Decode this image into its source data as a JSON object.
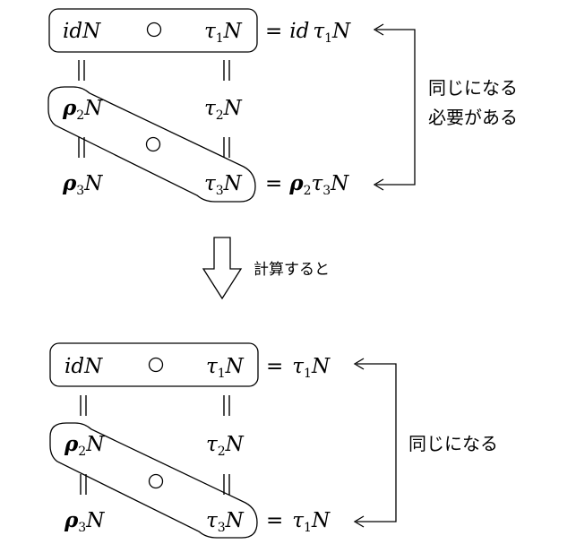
{
  "top": {
    "r1": {
      "c1": "idN",
      "c3_base": "τ",
      "c3_sub": "1",
      "c3_tail": "N",
      "rhs_eq": "=",
      "rhs_a": "id",
      "rhs_b": "τ",
      "rhs_sub": "1",
      "rhs_c": "N"
    },
    "r2": {
      "c1_base": "ρ",
      "c1_sub": "2",
      "c1_tail": "N",
      "c3_base": "τ",
      "c3_sub": "2",
      "c3_tail": "N"
    },
    "r3": {
      "c1_base": "ρ",
      "c1_sub": "3",
      "c1_tail": "N",
      "c3_base": "τ",
      "c3_sub": "3",
      "c3_tail": "N",
      "rhs_eq": "=",
      "rhs_a": "ρ",
      "rhs_a_sub": "2",
      "rhs_b": "τ",
      "rhs_b_sub": "3",
      "rhs_c": "N"
    },
    "note_line1": "同じになる",
    "note_line2": "必要がある"
  },
  "middle_label": "計算すると",
  "bottom": {
    "r1": {
      "c1": "idN",
      "c3_base": "τ",
      "c3_sub": "1",
      "c3_tail": "N",
      "rhs_eq": "=",
      "rhs_b": "τ",
      "rhs_sub": "1",
      "rhs_c": "N"
    },
    "r2": {
      "c1_base": "ρ",
      "c1_sub": "2",
      "c1_tail": "N",
      "c3_base": "τ",
      "c3_sub": "2",
      "c3_tail": "N"
    },
    "r3": {
      "c1_base": "ρ",
      "c1_sub": "3",
      "c1_tail": "N",
      "c3_base": "τ",
      "c3_sub": "3",
      "c3_tail": "N",
      "rhs_eq": "=",
      "rhs_b": "τ",
      "rhs_sub": "1",
      "rhs_c": "N"
    },
    "note_line1": "同じになる"
  }
}
